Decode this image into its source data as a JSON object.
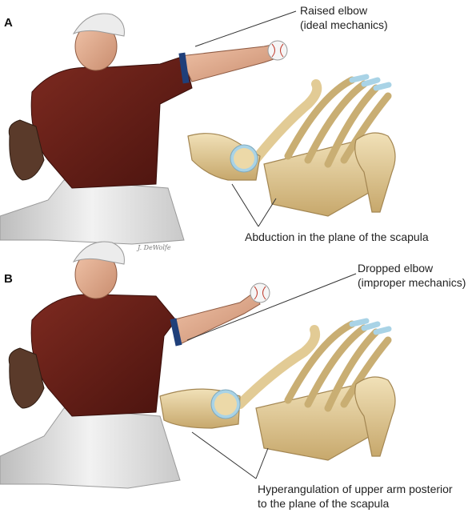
{
  "panels": [
    {
      "letter": "A",
      "callout_top": [
        "Raised elbow",
        "(ideal mechanics)"
      ],
      "callout_bottom": [
        "Abduction in the plane of the scapula"
      ]
    },
    {
      "letter": "B",
      "callout_top": [
        "Dropped elbow",
        "(improper mechanics)"
      ],
      "callout_bottom": [
        "Hyperangulation of upper arm posterior",
        "to the plane of the scapula"
      ]
    }
  ],
  "signature": "J. DeWolfe",
  "colors": {
    "jersey": "#6b1f18",
    "jersey_shadow": "#4a130e",
    "skin": "#e9b59a",
    "pants": "#d9d9d9",
    "cap": "#ececec",
    "glove": "#5a3a2a",
    "bone": "#e6d2a2",
    "bone_shadow": "#b89b62",
    "cartilage": "#a9d3e6",
    "leader": "#333333"
  }
}
